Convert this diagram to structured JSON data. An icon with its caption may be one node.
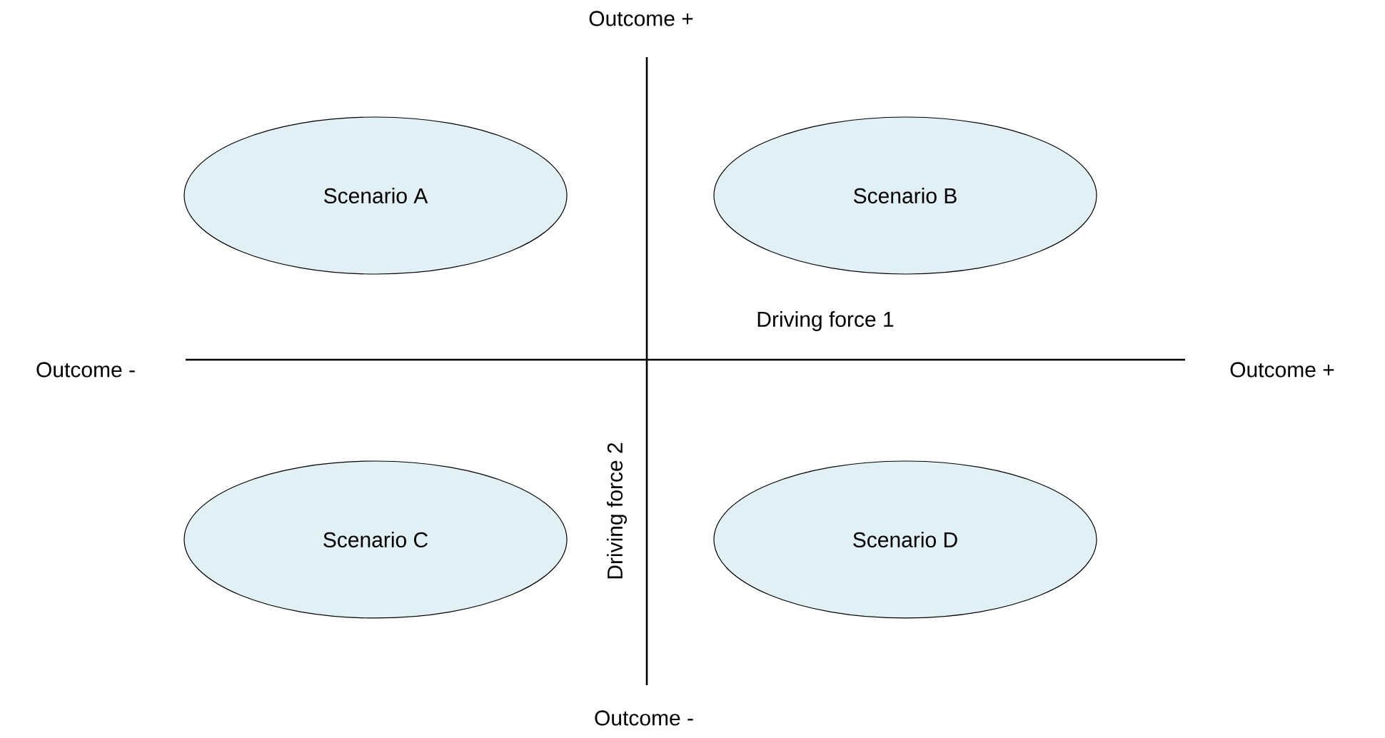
{
  "diagram": {
    "nodes": [
      {
        "text": [
          "Scenario A"
        ]
      },
      {
        "text": [
          "Scenario B"
        ]
      },
      {
        "text": [
          "Scenario C"
        ]
      },
      {
        "text": [
          "Scenario D"
        ]
      }
    ],
    "labels": [
      "Outcome +",
      "Driving force 1",
      "Outcome -",
      "Outcome +",
      "Driving force 2",
      "Outcome -"
    ]
  }
}
